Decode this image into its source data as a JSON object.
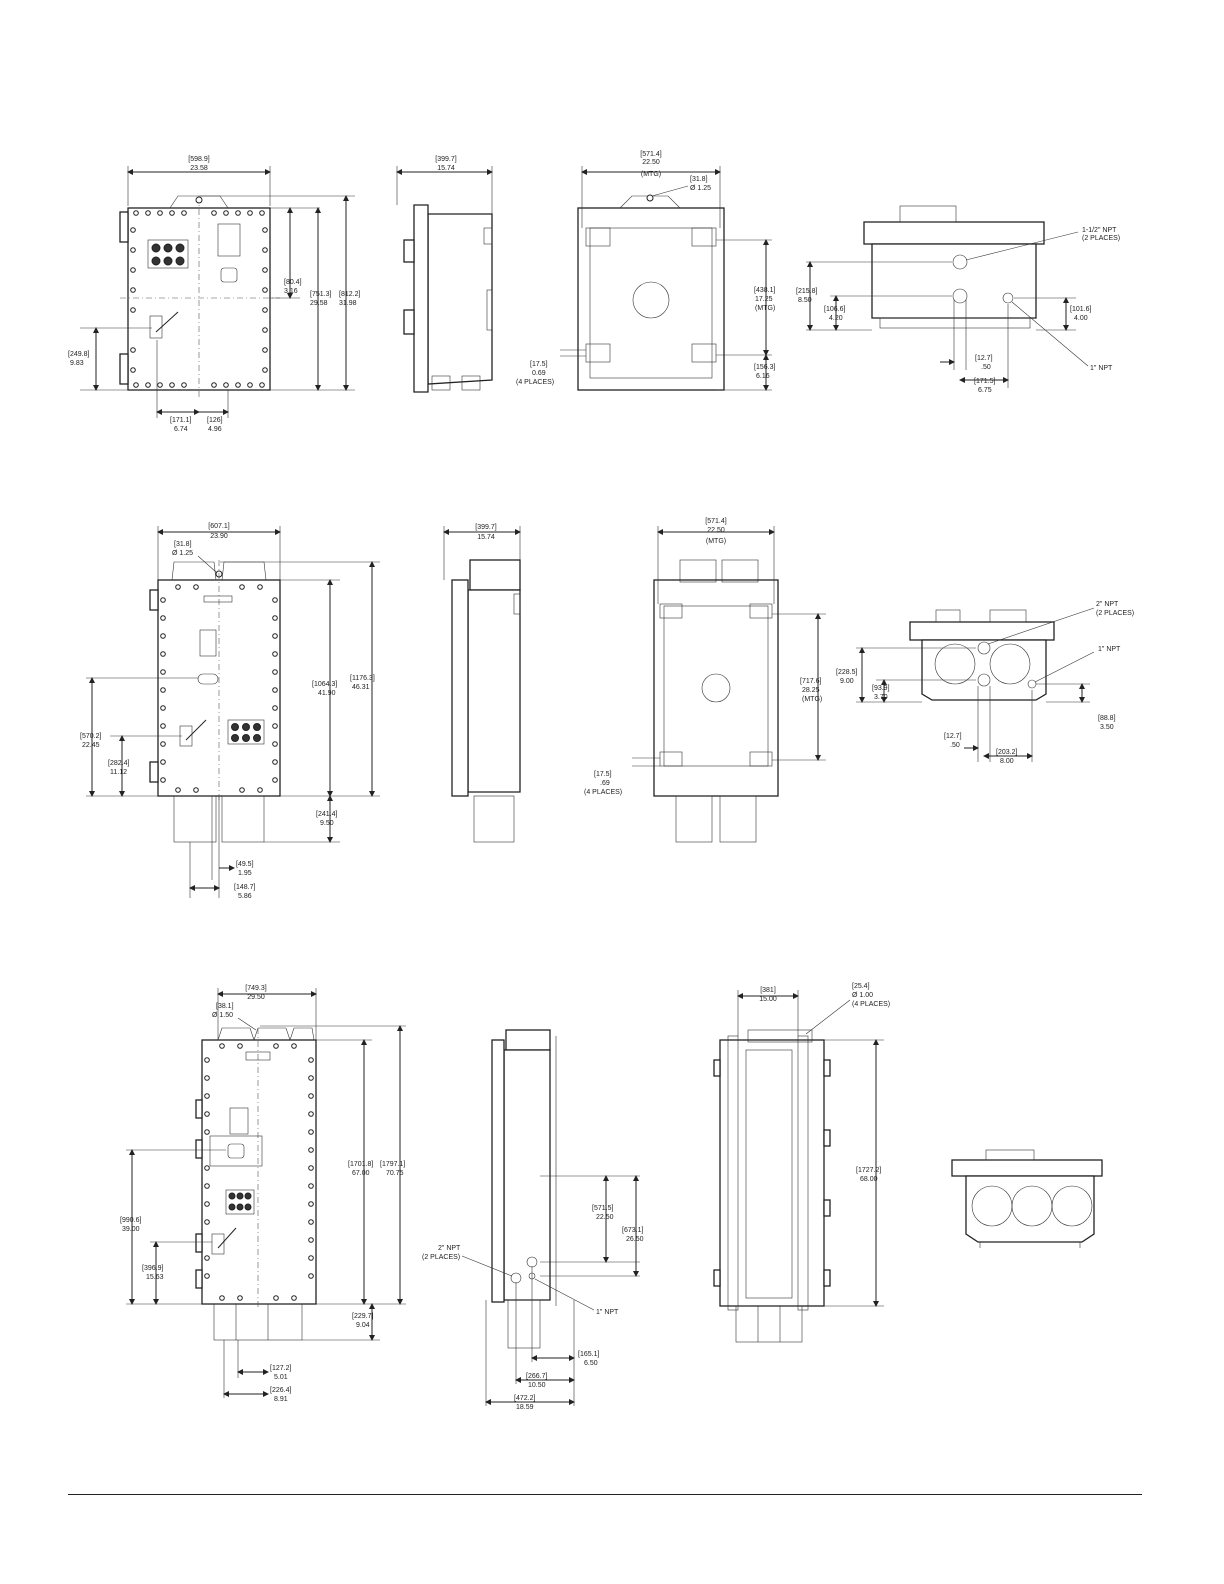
{
  "sheet": {
    "row1": {
      "front": {
        "width_dim": [
          "[598.9]",
          "23.58"
        ],
        "h1": [
          "[80.4]",
          "3.16"
        ],
        "h2": [
          "[751.3]",
          "29.58"
        ],
        "h3": [
          "[812.2]",
          "31.98"
        ],
        "left": [
          "[249.8]",
          "9.83"
        ],
        "b1": [
          "[171.1]",
          "6.74"
        ],
        "b2": [
          "[126]",
          "4.96"
        ]
      },
      "side": {
        "width_dim": [
          "[399.7]",
          "15.74"
        ]
      },
      "back": {
        "width_dim": [
          "[571.4]",
          "22.50",
          "(MTG)"
        ],
        "hole": [
          "[31.8]",
          "Ø 1.25"
        ],
        "h1": [
          "[438.1]",
          "17.25",
          "(MTG)"
        ],
        "h2": [
          "[156.3]",
          "6.16"
        ],
        "slot": [
          "[17.5]",
          "0.69",
          "(4 PLACES)"
        ]
      },
      "bottom": {
        "npt_big": [
          "1-1/2\" NPT",
          "(2 PLACES)"
        ],
        "npt_small": "1\" NPT",
        "h1": [
          "[215.8]",
          "8.50"
        ],
        "h2": [
          "[106.6]",
          "4.20"
        ],
        "h3": [
          "[101.6]",
          "4.00"
        ],
        "b1": [
          "[12.7]",
          ".50"
        ],
        "b2": [
          "[171.5]",
          "6.75"
        ]
      }
    },
    "row2": {
      "front": {
        "width_dim": [
          "[607.1]",
          "23.90"
        ],
        "hole": [
          "[31.8]",
          "Ø 1.25"
        ],
        "h1": [
          "[1064.3]",
          "41.90"
        ],
        "h2": [
          "[1176.3]",
          "46.31"
        ],
        "left1": [
          "[570.2]",
          "22.45"
        ],
        "left2": [
          "[282.4]",
          "11.12"
        ],
        "h3": [
          "[241.4]",
          "9.50"
        ],
        "b1": [
          "[49.5]",
          "1.95"
        ],
        "b2": [
          "[148.7]",
          "5.86"
        ]
      },
      "side": {
        "width_dim": [
          "[399.7]",
          "15.74"
        ]
      },
      "back": {
        "width_dim": [
          "[571.4]",
          "22.50",
          "(MTG)"
        ],
        "h1": [
          "[717.6]",
          "28.25",
          "(MTG)"
        ],
        "slot": [
          "[17.5]",
          ".69",
          "(4 PLACES)"
        ]
      },
      "bottom": {
        "npt_big": [
          "2\" NPT",
          "(2 PLACES)"
        ],
        "npt_small": "1\" NPT",
        "h1": [
          "[228.5]",
          "9.00"
        ],
        "h2": [
          "[93.9]",
          "3.70"
        ],
        "h3": [
          "[88.8]",
          "3.50"
        ],
        "b1": [
          "[12.7]",
          ".50"
        ],
        "b2": [
          "[203.2]",
          "8.00"
        ]
      }
    },
    "row3": {
      "front": {
        "width_dim": [
          "[749.3]",
          "29.50"
        ],
        "hole": [
          "[38.1]",
          "Ø 1.50"
        ],
        "h1": [
          "[1701.8]",
          "67.00"
        ],
        "h2": [
          "[1797.1]",
          "70.75"
        ],
        "left1": [
          "[990.6]",
          "39.00"
        ],
        "left2": [
          "[396.9]",
          "15.63"
        ],
        "h3": [
          "[229.7]",
          "9.04"
        ],
        "b1": [
          "[127.2]",
          "5.01"
        ],
        "b2": [
          "[226.4]",
          "8.91"
        ]
      },
      "side": {
        "npt_big": [
          "2\" NPT",
          "(2 PLACES)"
        ],
        "npt_small": "1\" NPT",
        "h1": [
          "[571.5]",
          "22.50"
        ],
        "h2": [
          "[673.1]",
          "26.50"
        ],
        "b1": [
          "[165.1]",
          "6.50"
        ],
        "b2": [
          "[266.7]",
          "10.50"
        ],
        "b3": [
          "[472.2]",
          "18.59"
        ]
      },
      "back": {
        "width_dim": [
          "[381]",
          "15.00"
        ],
        "hole": [
          "[25.4]",
          "Ø 1.00",
          "(4 PLACES)"
        ],
        "h1": [
          "[1727.2]",
          "68.00"
        ]
      }
    }
  }
}
